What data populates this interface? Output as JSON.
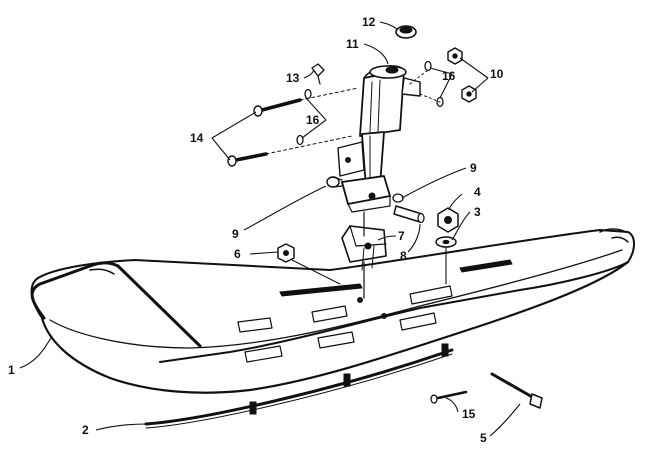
{
  "diagram": {
    "callouts": [
      {
        "id": "1",
        "label": "1"
      },
      {
        "id": "2",
        "label": "2"
      },
      {
        "id": "3",
        "label": "3"
      },
      {
        "id": "4",
        "label": "4"
      },
      {
        "id": "5",
        "label": "5"
      },
      {
        "id": "6",
        "label": "6"
      },
      {
        "id": "7",
        "label": "7"
      },
      {
        "id": "8",
        "label": "8"
      },
      {
        "id": "9a",
        "label": "9"
      },
      {
        "id": "9b",
        "label": "9"
      },
      {
        "id": "10",
        "label": "10"
      },
      {
        "id": "11",
        "label": "11"
      },
      {
        "id": "12",
        "label": "12"
      },
      {
        "id": "13",
        "label": "13"
      },
      {
        "id": "14",
        "label": "14"
      },
      {
        "id": "15",
        "label": "15"
      },
      {
        "id": "16a",
        "label": "16"
      },
      {
        "id": "16b",
        "label": "16"
      }
    ],
    "colors": {
      "ink": "#111111",
      "background": "#ffffff"
    }
  }
}
